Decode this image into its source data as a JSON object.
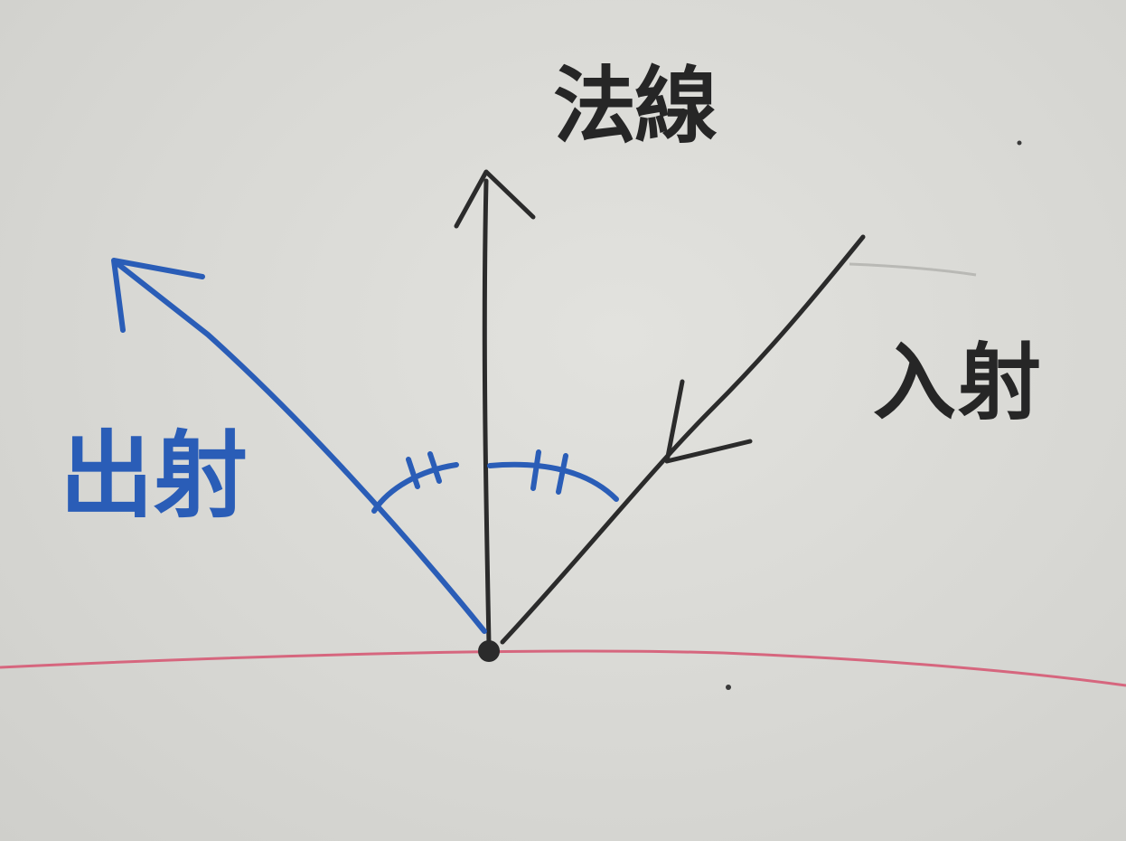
{
  "labels": {
    "normal": "法線",
    "incident": "入射",
    "reflected": "出射"
  },
  "colors": {
    "board": "#d8d8d4",
    "black_marker": "#2b2b2b",
    "blue_marker": "#2a5db7",
    "surface_line": "#d6667e"
  }
}
